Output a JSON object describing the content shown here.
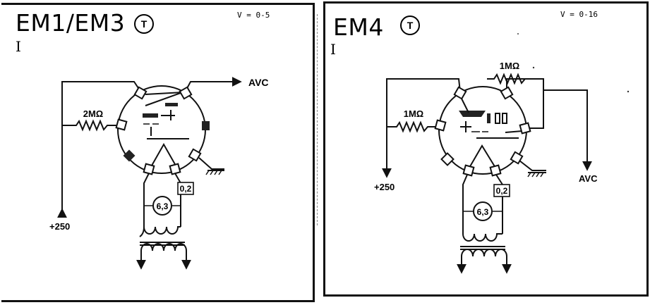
{
  "left_panel": {
    "title": "EM1/EM3",
    "roman": "I",
    "t_symbol": "T",
    "voltage_range": "V = 0-5",
    "resistor": "2MΩ",
    "avc": "AVC",
    "supply": "+250",
    "heater_voltage": "6,3",
    "heater_current": "0,2"
  },
  "right_panel": {
    "title": "EM4",
    "roman": "I",
    "t_symbol": "T",
    "voltage_range": "V = 0-16",
    "resistor_top": "1MΩ",
    "resistor_left": "1MΩ",
    "avc": "AVC",
    "supply": "+250",
    "heater_voltage": "6,3",
    "heater_current": "0,2"
  }
}
